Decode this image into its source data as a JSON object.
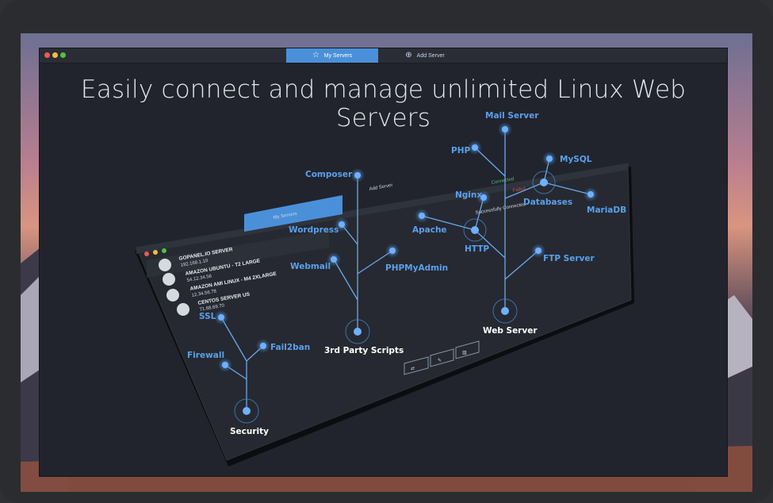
{
  "window": {
    "tabs": [
      {
        "label": "My Servers",
        "icon": "star-icon",
        "active": true
      },
      {
        "label": "Add Server",
        "icon": "plus-circle-icon",
        "active": false
      }
    ]
  },
  "headline": "Easily connect and manage unlimited Linux Web Servers",
  "inner_app": {
    "tabs": [
      {
        "label": "My Servers"
      },
      {
        "label": "Add Server"
      }
    ],
    "servers": [
      {
        "name": "GOPANEL.IO SERVER",
        "ip": "192.168.1.10"
      },
      {
        "name": "AMAZON UBUNTU - T2 LARGE",
        "ip": "54.12.34.56"
      },
      {
        "name": "AMAZON AMI LINUX - M4 2XLARGE",
        "ip": "12.34.56.78"
      },
      {
        "name": "CENTOS SERVER US",
        "ip": "71.68.69.70"
      }
    ],
    "statuses": [
      "Connected",
      "Failed",
      "Successfully Connected"
    ],
    "toolbar_icons": [
      "connect-icon",
      "edit-icon",
      "trash-icon"
    ]
  },
  "diagram": {
    "nodes": {
      "mail_server": "Mail Server",
      "php": "PHP",
      "composer": "Composer",
      "mysql": "MySQL",
      "nginx": "Nginx",
      "databases": "Databases",
      "mariadb": "MariaDB",
      "wordpress": "Wordpress",
      "apache": "Apache",
      "http": "HTTP",
      "ftp_server": "FTP Server",
      "webmail": "Webmail",
      "phpmyadmin": "PHPMyAdmin",
      "ssl": "SSL",
      "web_server": "Web Server",
      "third_party": "3rd Party Scripts",
      "fail2ban": "Fail2ban",
      "firewall": "Firewall",
      "security": "Security"
    }
  },
  "colors": {
    "accent": "#4a90d9",
    "node": "#5aa0ea",
    "window_bg": "#21242d",
    "status_ok": "#4cc26b",
    "status_fail": "#e0533c"
  }
}
